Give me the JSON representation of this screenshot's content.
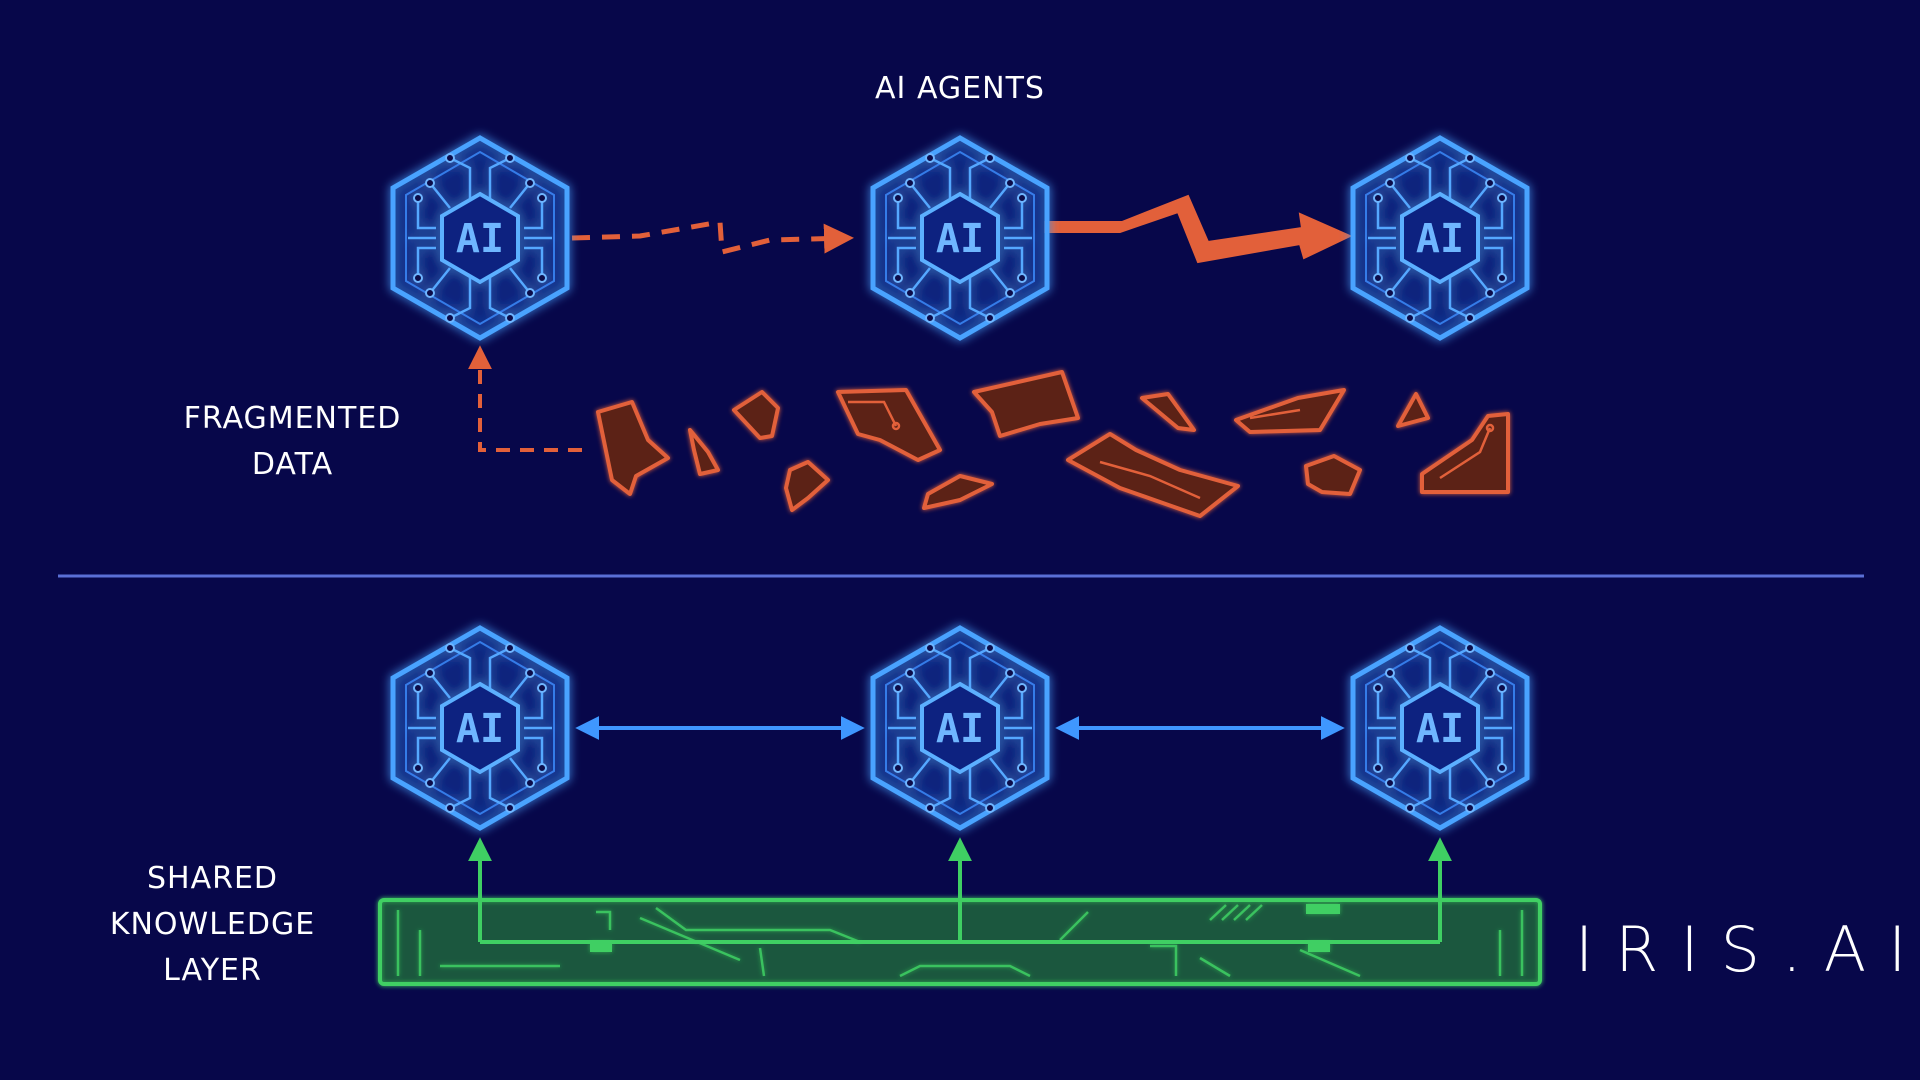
{
  "top_title": "AI AGENTS",
  "fragmented_label": [
    "FRAGMENTED",
    "DATA"
  ],
  "shared_label": [
    "SHARED",
    "KNOWLEDGE",
    "LAYER"
  ],
  "agent_text": "AI",
  "brand": "IRIS.AI",
  "colors": {
    "background": "#07074a",
    "agent_blue": "#3f97ff",
    "fragment_orange": "#e2603a",
    "shared_green": "#3fcf63",
    "divider": "#5a6fd6"
  },
  "icons": [
    "ai-agent-hexagon-icon",
    "data-fragment-icon",
    "shared-knowledge-bar-icon"
  ]
}
